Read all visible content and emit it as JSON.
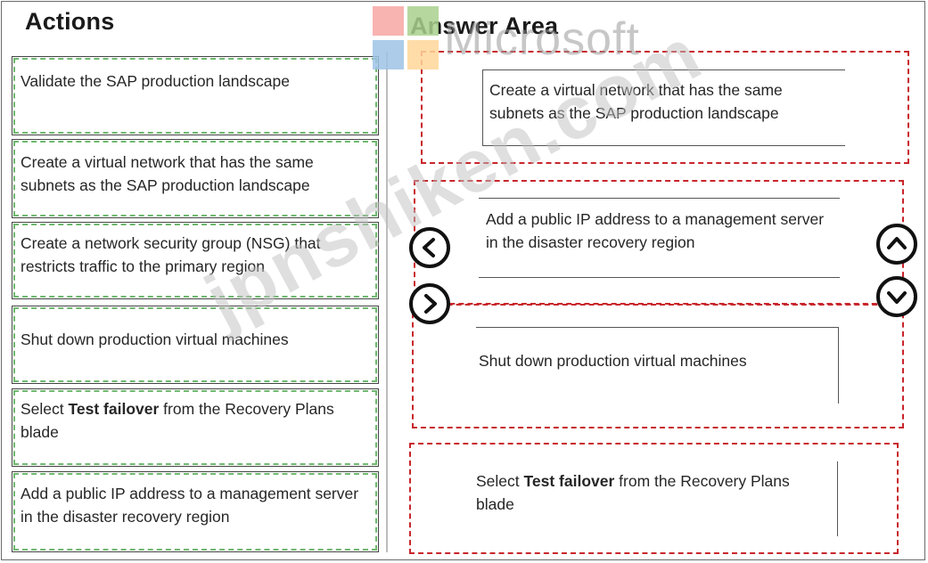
{
  "headings": {
    "actions": "Actions",
    "answer_area": "Answer Area"
  },
  "actions": [
    {
      "text": "Validate the SAP production landscape"
    },
    {
      "text": "Create a virtual network that has the same subnets as the SAP production landscape"
    },
    {
      "text": "Create a network security group (NSG) that restricts traffic to the primary region"
    },
    {
      "text": "Shut down production virtual machines"
    },
    {
      "prefix": "Select ",
      "bold": "Test failover",
      "suffix": " from the Recovery Plans blade"
    },
    {
      "text": "Add a public IP address to a management server in the disaster recovery region"
    }
  ],
  "answer_slots": [
    {
      "text": "Create a virtual network that has the same subnets as the SAP production landscape"
    },
    {
      "text": "Add a public IP address to a management server in the disaster recovery region"
    },
    {
      "text": "Shut down production virtual machines"
    },
    {
      "prefix": "Select ",
      "bold": "Test failover",
      "suffix": " from the Recovery Plans blade"
    }
  ],
  "controls": {
    "move_left": "move-left-icon",
    "move_right": "move-right-icon",
    "move_up": "move-up-icon",
    "move_down": "move-down-icon"
  },
  "watermarks": {
    "brand": "Microsoft",
    "site": "jpnshiken.com"
  },
  "colors": {
    "action_outline": "#6fb86f",
    "slot_border": "#c8262c",
    "logo_red": "#f25022",
    "logo_green": "#7fba00",
    "logo_blue": "#00a4ef",
    "logo_yellow": "#ffb900"
  }
}
